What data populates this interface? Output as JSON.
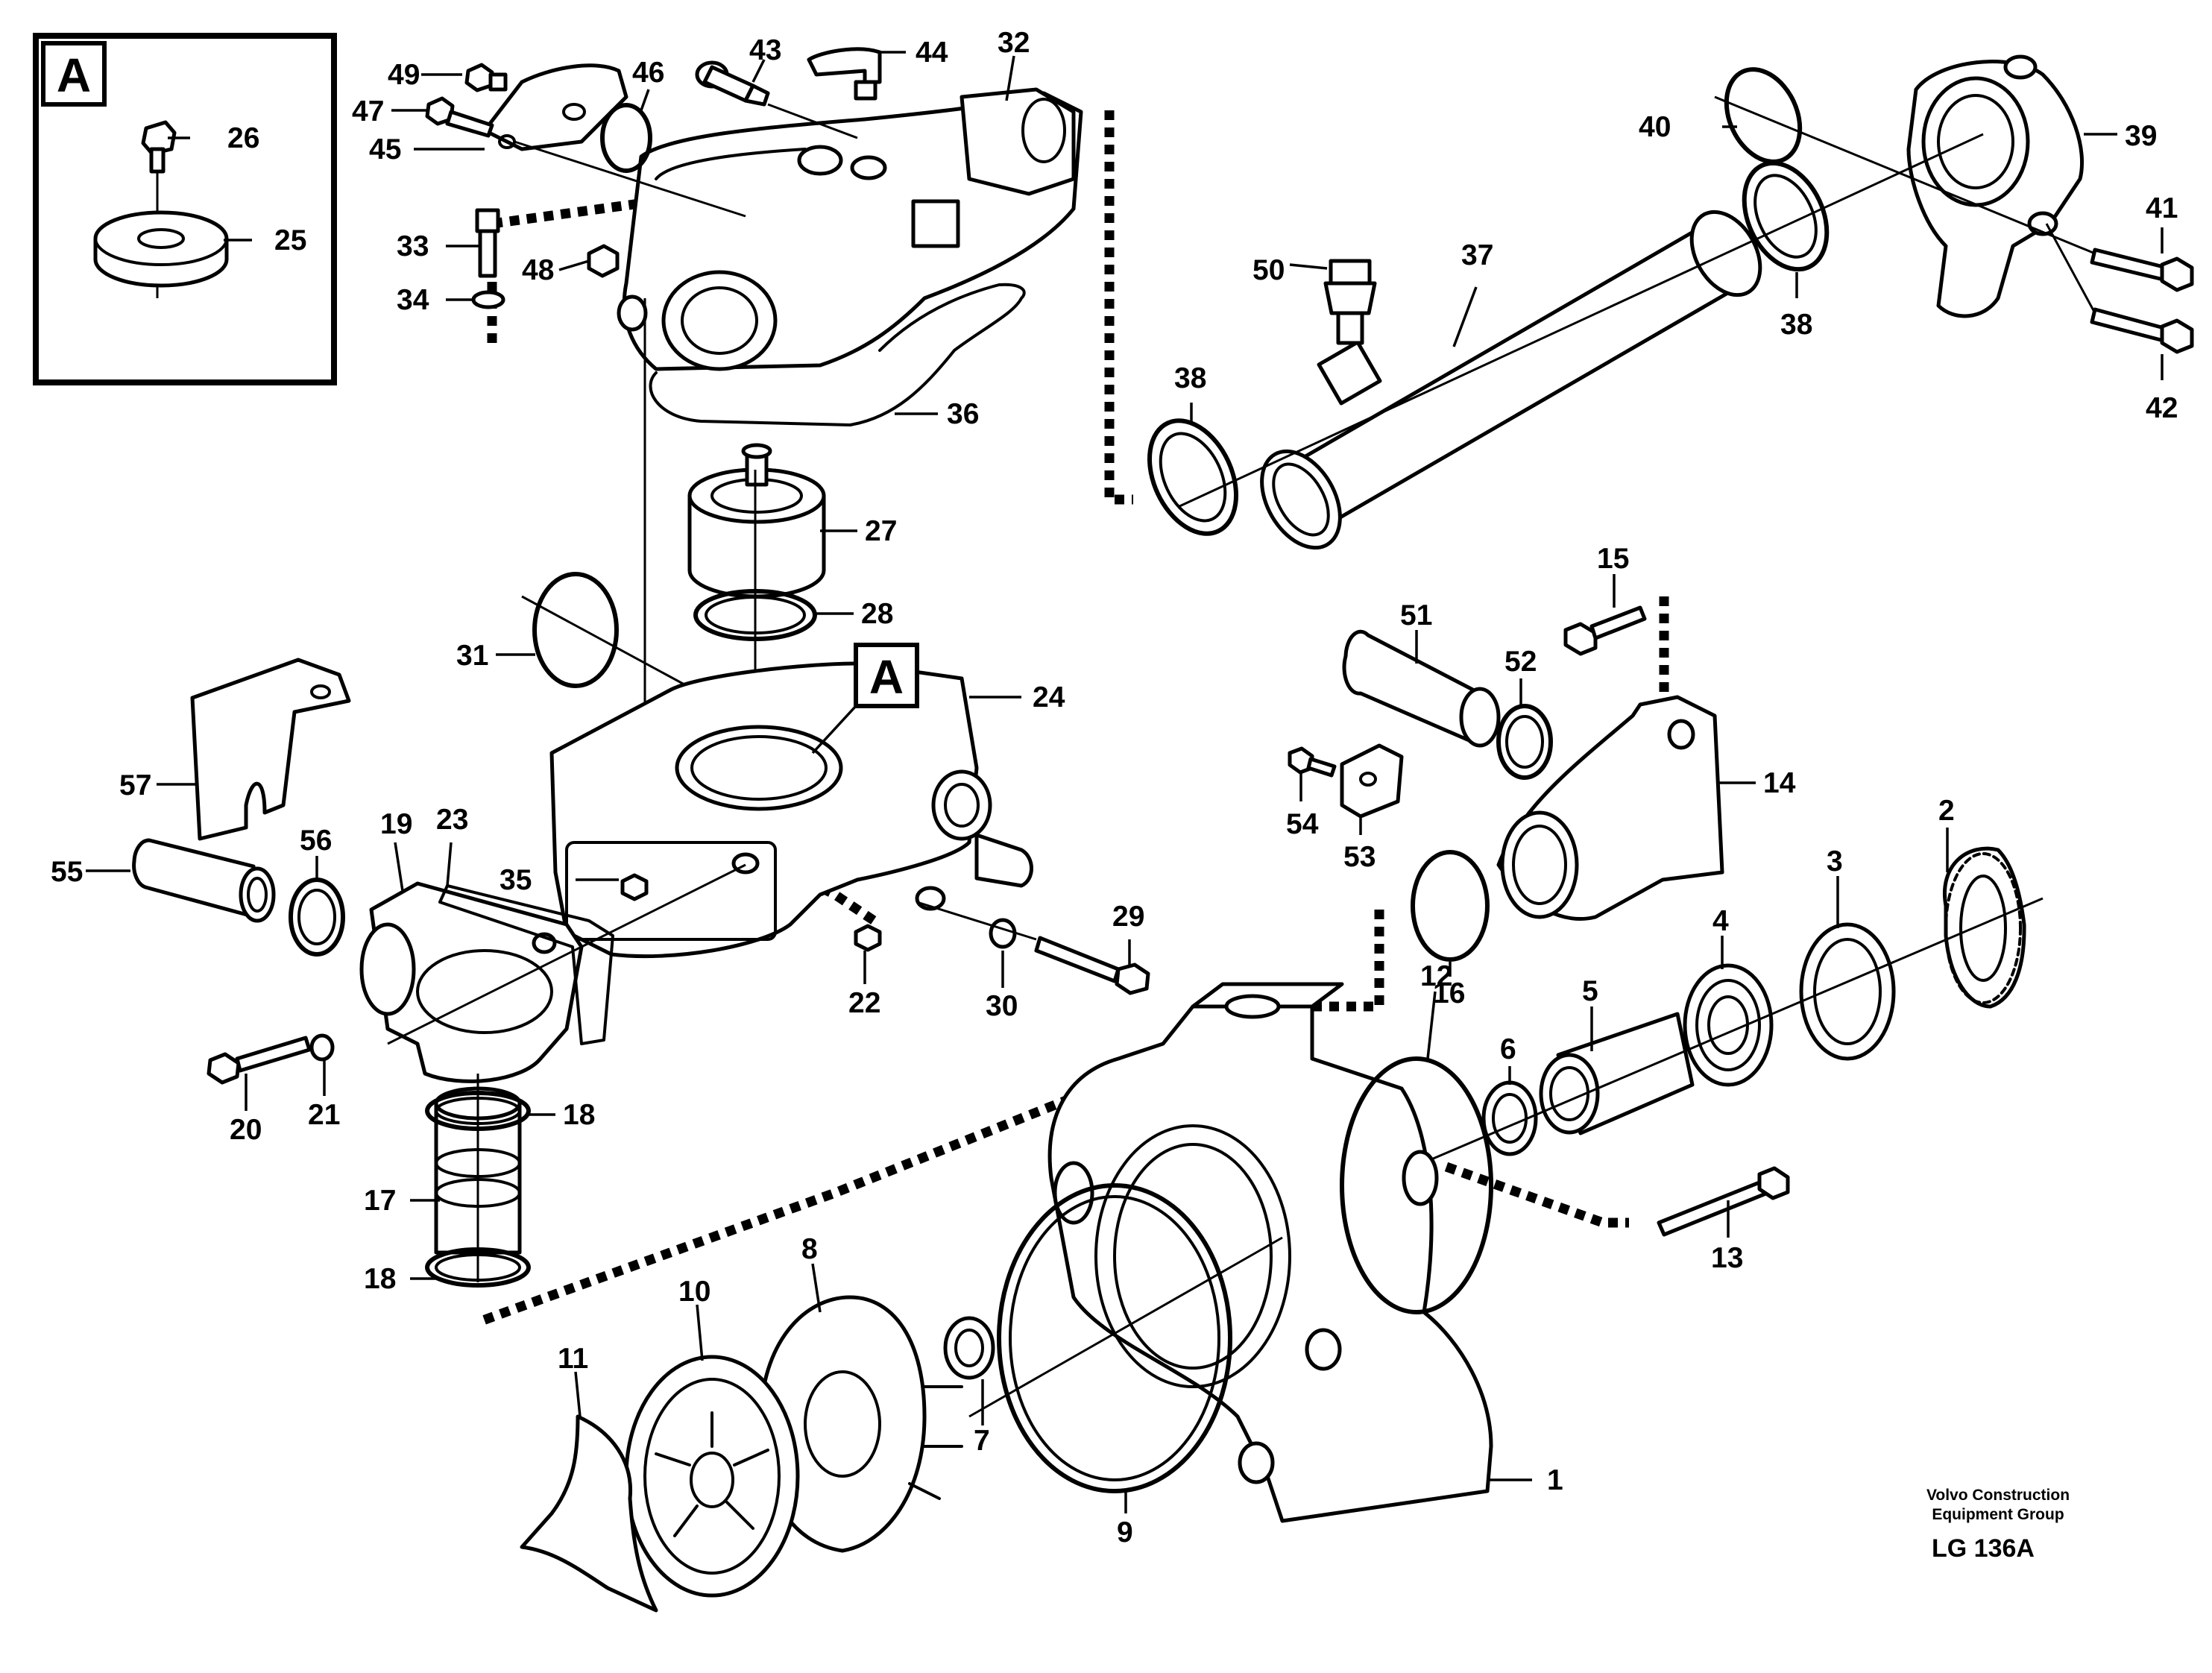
{
  "detail_box": {
    "label": "A",
    "callouts": [
      "26",
      "25"
    ]
  },
  "housing_marker": {
    "label": "A"
  },
  "callouts": {
    "c1": "1",
    "c2": "2",
    "c3": "3",
    "c4": "4",
    "c5": "5",
    "c6": "6",
    "c7": "7",
    "c8": "8",
    "c9": "9",
    "c10": "10",
    "c11": "11",
    "c12": "12",
    "c13": "13",
    "c14": "14",
    "c15": "15",
    "c16": "16",
    "c17": "17",
    "c18a": "18",
    "c18b": "18",
    "c19": "19",
    "c20": "20",
    "c21": "21",
    "c22": "22",
    "c23": "23",
    "c24": "24",
    "c27": "27",
    "c28": "28",
    "c29": "29",
    "c30": "30",
    "c31": "31",
    "c32": "32",
    "c33": "33",
    "c34": "34",
    "c35": "35",
    "c36": "36",
    "c37": "37",
    "c38a": "38",
    "c38b": "38",
    "c39": "39",
    "c40": "40",
    "c41": "41",
    "c42": "42",
    "c43": "43",
    "c44": "44",
    "c45": "45",
    "c46": "46",
    "c47": "47",
    "c48": "48",
    "c49": "49",
    "c50": "50",
    "c51": "51",
    "c52": "52",
    "c53": "53",
    "c54": "54",
    "c55": "55",
    "c56": "56",
    "c57": "57"
  },
  "credit": {
    "line1": "Volvo Construction",
    "line2": "Equipment Group"
  },
  "drawing_code": "LG 136A"
}
